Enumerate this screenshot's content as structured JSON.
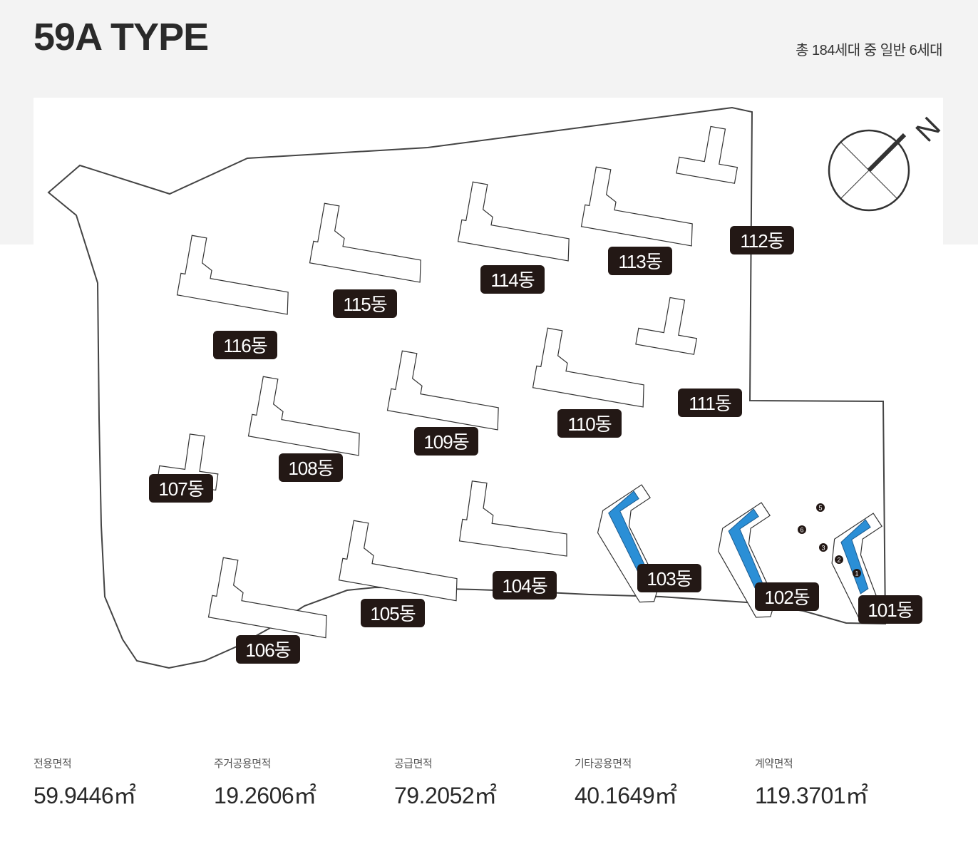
{
  "header": {
    "title": "59A TYPE",
    "summary": "총 184세대 중 일반 6세대"
  },
  "map": {
    "north_label": "N",
    "highlight_color": "#2b8fd6",
    "label_bg_color": "#231815",
    "buildings": [
      {
        "label": "101동",
        "highlighted": true
      },
      {
        "label": "102동",
        "highlighted": true
      },
      {
        "label": "103동",
        "highlighted": true
      },
      {
        "label": "104동",
        "highlighted": false
      },
      {
        "label": "105동",
        "highlighted": false
      },
      {
        "label": "106동",
        "highlighted": false
      },
      {
        "label": "107동",
        "highlighted": false
      },
      {
        "label": "108동",
        "highlighted": false
      },
      {
        "label": "109동",
        "highlighted": false
      },
      {
        "label": "110동",
        "highlighted": false
      },
      {
        "label": "111동",
        "highlighted": false
      },
      {
        "label": "112동",
        "highlighted": false
      },
      {
        "label": "113동",
        "highlighted": false
      },
      {
        "label": "114동",
        "highlighted": false
      },
      {
        "label": "115동",
        "highlighted": false
      },
      {
        "label": "116동",
        "highlighted": false
      }
    ],
    "unit_markers": [
      "5",
      "6",
      "3",
      "2",
      "1"
    ]
  },
  "areas": [
    {
      "label": "전용면적",
      "value": "59.9446",
      "unit": "㎡"
    },
    {
      "label": "주거공용면적",
      "value": "19.2606",
      "unit": "㎡"
    },
    {
      "label": "공급면적",
      "value": "79.2052",
      "unit": "㎡"
    },
    {
      "label": "기타공용면적",
      "value": "40.1649",
      "unit": "㎡"
    },
    {
      "label": "계약면적",
      "value": "119.3701",
      "unit": "㎡"
    }
  ]
}
